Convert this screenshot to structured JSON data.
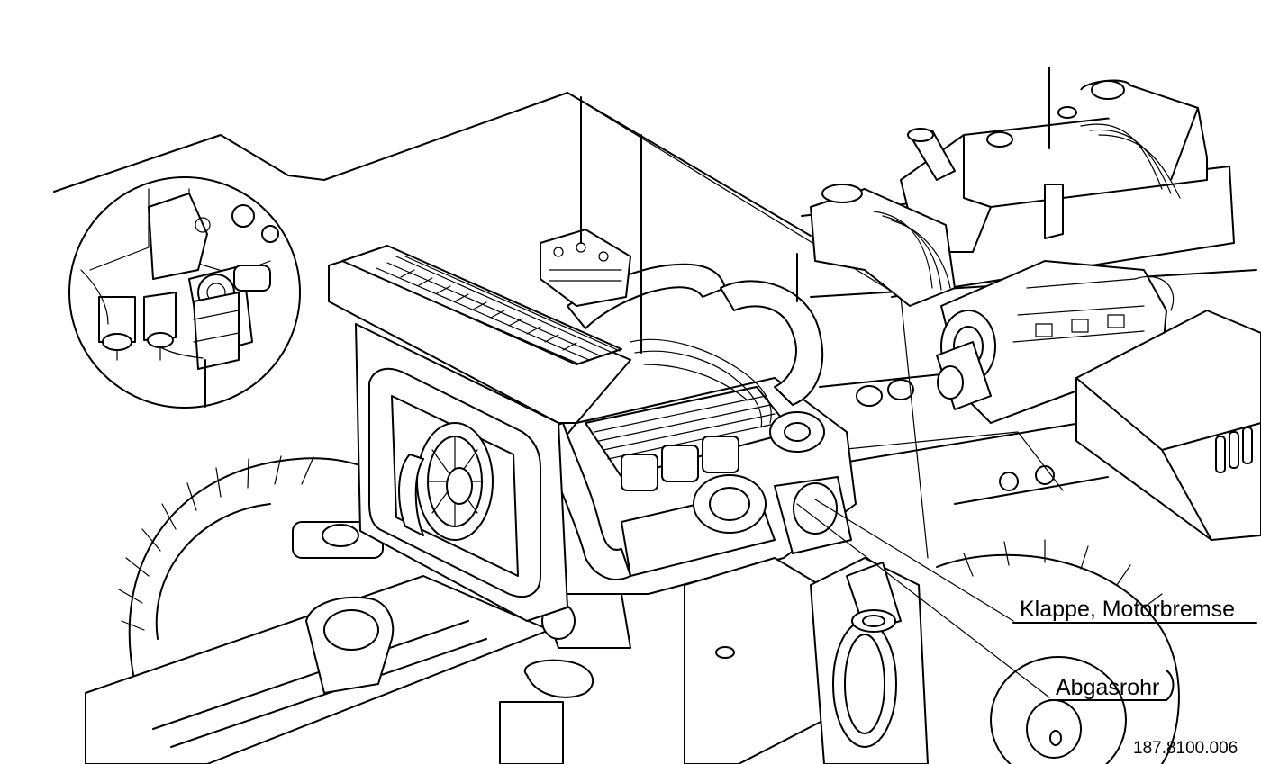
{
  "callouts": {
    "exhaust_flap": "Klappe, Motorbremse",
    "exhaust_pipe": "Abgasrohr"
  },
  "figure_number": "187.8100.006"
}
